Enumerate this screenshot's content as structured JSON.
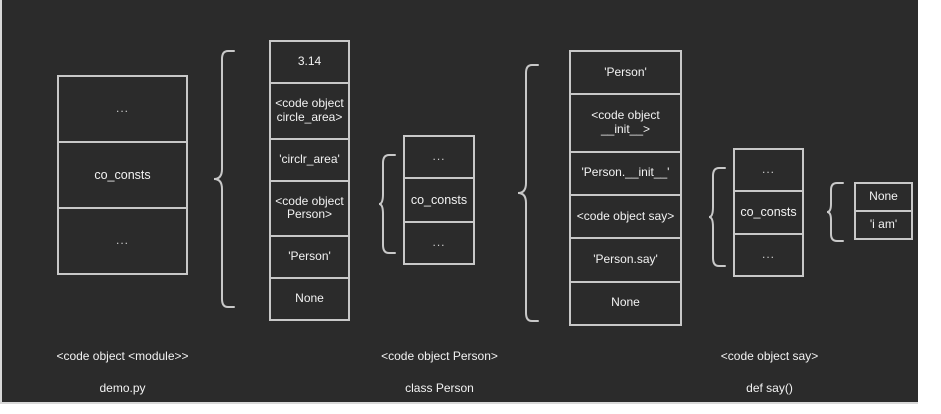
{
  "diagram": {
    "title_semantics": "python code object co_consts nesting diagram",
    "background_color": "#2b2b2b",
    "stroke_color": "#c8c8c8",
    "text_color": "#f2f2f2",
    "ellipsis": "...",
    "co_consts_label": "co_consts"
  },
  "module": {
    "box": {
      "top_cell": "...",
      "middle_cell": "co_consts",
      "bottom_cell": "..."
    },
    "consts": [
      "3.14",
      "<code object\ncircle_area>",
      "'circlr_area'",
      "<code object\nPerson>",
      "'Person'",
      "None"
    ],
    "caption": "<code object <module>>",
    "subcaption": "demo.py"
  },
  "person": {
    "box": {
      "top_cell": "...",
      "middle_cell": "co_consts",
      "bottom_cell": "..."
    },
    "consts": [
      "'Person'",
      "<code object\n__init__>",
      "'Person.__init__'",
      "<code object say>",
      "'Person.say'",
      "None"
    ],
    "caption": "<code object Person>",
    "subcaption": "class Person"
  },
  "say": {
    "box": {
      "top_cell": "...",
      "middle_cell": "co_consts",
      "bottom_cell": "..."
    },
    "consts": [
      "None",
      "'i am'"
    ],
    "caption": "<code object say>",
    "subcaption": "def say()"
  }
}
